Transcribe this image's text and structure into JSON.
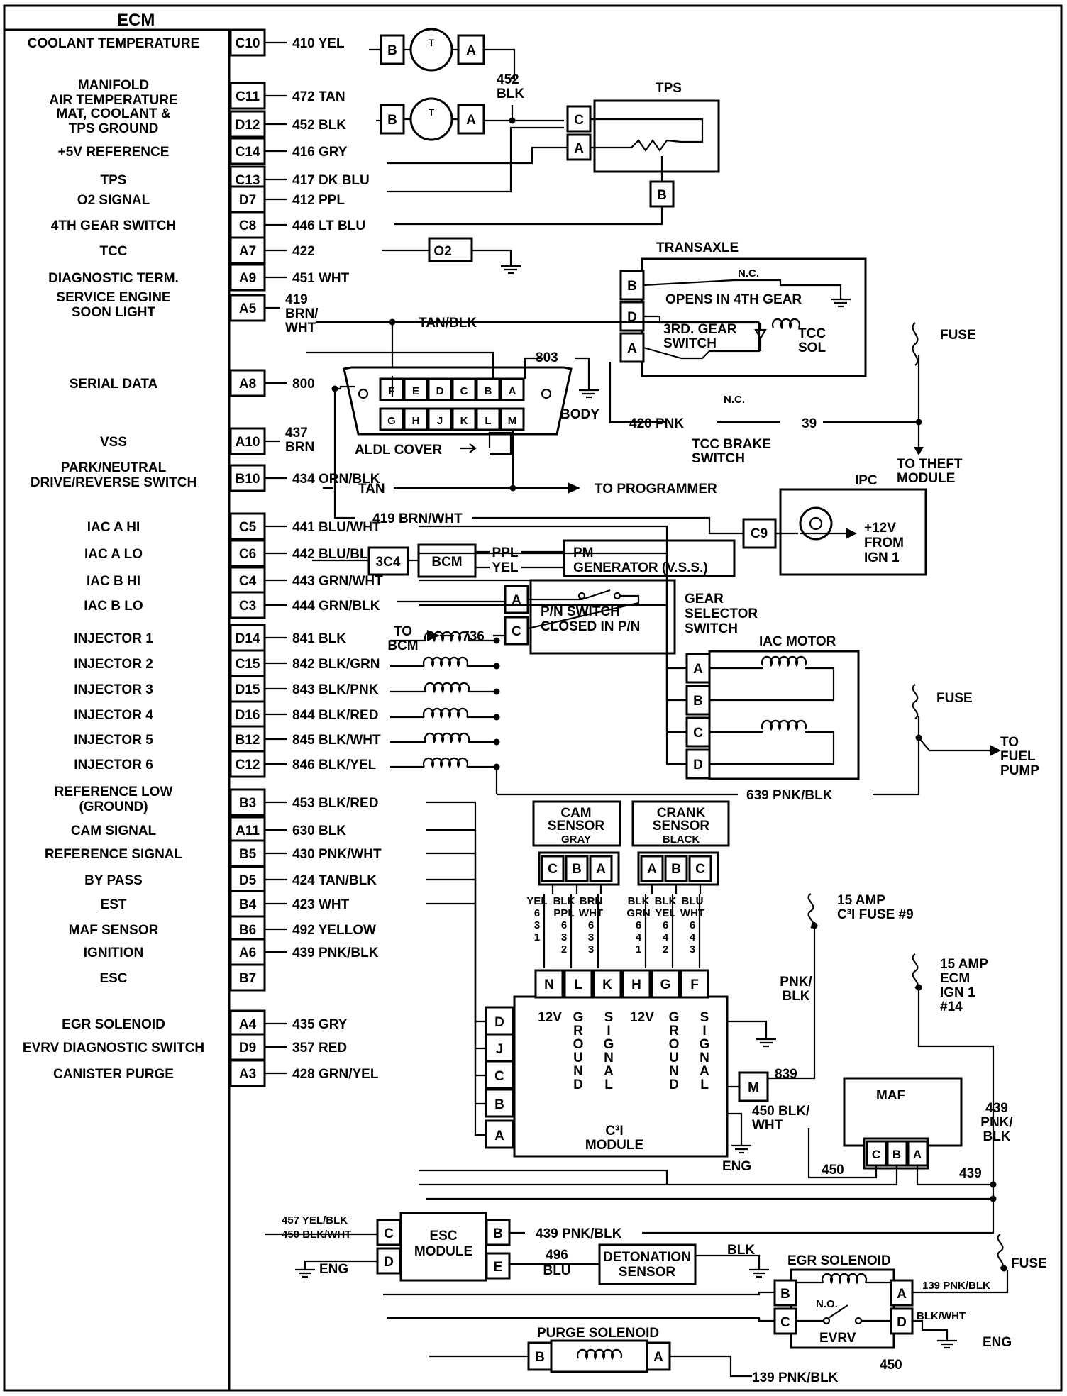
{
  "ecm": {
    "title": "ECM",
    "rows": [
      {
        "label": "COOLANT TEMPERATURE",
        "pin": "C10",
        "wire": "410 YEL"
      },
      {
        "label": "MANIFOLD\nAIR TEMPERATURE",
        "pin": "C11",
        "wire": "472 TAN"
      },
      {
        "label": "MAT, COOLANT &\nTPS GROUND",
        "pin": "D12",
        "wire": "452 BLK"
      },
      {
        "label": "+5V REFERENCE",
        "pin": "C14",
        "wire": "416 GRY"
      },
      {
        "label": "TPS",
        "pin": "C13",
        "wire": "417 DK BLU"
      },
      {
        "label": "O2 SIGNAL",
        "pin": "D7",
        "wire": "412 PPL"
      },
      {
        "label": "4TH GEAR SWITCH",
        "pin": "C8",
        "wire": "446 LT BLU"
      },
      {
        "label": "TCC",
        "pin": "A7",
        "wire": "422"
      },
      {
        "label": "DIAGNOSTIC TERM.",
        "pin": "A9",
        "wire": "451 WHT"
      },
      {
        "label": "SERVICE ENGINE\nSOON LIGHT",
        "pin": "A5",
        "wire": "419\nBRN/\nWHT"
      },
      {
        "label": "SERIAL DATA",
        "pin": "A8",
        "wire": "800"
      },
      {
        "label": "VSS",
        "pin": "A10",
        "wire": "437\nBRN"
      },
      {
        "label": "PARK/NEUTRAL\nDRIVE/REVERSE SWITCH",
        "pin": "B10",
        "wire": "434 ORN/BLK"
      },
      {
        "label": "IAC A HI",
        "pin": "C5",
        "wire": "441 BLU/WHT"
      },
      {
        "label": "IAC A LO",
        "pin": "C6",
        "wire": "442 BLU/BLK"
      },
      {
        "label": "IAC B HI",
        "pin": "C4",
        "wire": "443 GRN/WHT"
      },
      {
        "label": "IAC B LO",
        "pin": "C3",
        "wire": "444 GRN/BLK"
      },
      {
        "label": "INJECTOR 1",
        "pin": "D14",
        "wire": "841 BLK"
      },
      {
        "label": "INJECTOR 2",
        "pin": "C15",
        "wire": "842 BLK/GRN"
      },
      {
        "label": "INJECTOR 3",
        "pin": "D15",
        "wire": "843 BLK/PNK"
      },
      {
        "label": "INJECTOR 4",
        "pin": "D16",
        "wire": "844 BLK/RED"
      },
      {
        "label": "INJECTOR 5",
        "pin": "B12",
        "wire": "845 BLK/WHT"
      },
      {
        "label": "INJECTOR 6",
        "pin": "C12",
        "wire": "846 BLK/YEL"
      },
      {
        "label": "REFERENCE LOW\n(GROUND)",
        "pin": "B3",
        "wire": "453 BLK/RED"
      },
      {
        "label": "CAM SIGNAL",
        "pin": "A11",
        "wire": "630 BLK"
      },
      {
        "label": "REFERENCE SIGNAL",
        "pin": "B5",
        "wire": "430 PNK/WHT"
      },
      {
        "label": "BY PASS",
        "pin": "D5",
        "wire": "424 TAN/BLK"
      },
      {
        "label": "EST",
        "pin": "B4",
        "wire": "423 WHT"
      },
      {
        "label": "MAF SENSOR",
        "pin": "B6",
        "wire": "492 YELLOW"
      },
      {
        "label": "IGNITION",
        "pin": "A6",
        "wire": "439 PNK/BLK"
      },
      {
        "label": "ESC",
        "pin": "B7",
        "wire": ""
      },
      {
        "label": "EGR SOLENOID",
        "pin": "A4",
        "wire": "435 GRY"
      },
      {
        "label": "EVRV DIAGNOSTIC SWITCH",
        "pin": "D9",
        "wire": "357 RED"
      },
      {
        "label": "CANISTER PURGE",
        "pin": "A3",
        "wire": "428 GRN/YEL"
      }
    ]
  },
  "components": {
    "tps": "TPS",
    "transaxle": "TRANSAXLE",
    "nc": "N.C.",
    "opens_4th": "OPENS IN 4TH GEAR",
    "gear3_switch": "3RD. GEAR\nSWITCH",
    "tcc_sol": "TCC\nSOL",
    "fuse": "FUSE",
    "tan_blk": "TAN/BLK",
    "w803": "803",
    "body": "BODY",
    "aldl_cover": "ALDL COVER",
    "w420": "420 PNK",
    "w39": "39",
    "tcc_brake": "TCC BRAKE\nSWITCH",
    "to_theft": "TO THEFT\nMODULE",
    "tan": "TAN",
    "to_programmer": "TO PROGRAMMER",
    "ipc": "IPC",
    "w419bw": "419 BRN/WHT",
    "ipc_power": "+12V\nFROM\nIGN 1",
    "c9": "C9",
    "bcm": "BCM",
    "c3c4": "3C4",
    "ppl": "PPL",
    "yel": "YEL",
    "pm_gen": "PM\nGENERATOR (V.S.S.)",
    "pn_switch": "P/N SWITCH\nCLOSED IN P/N",
    "gear_selector": "GEAR\nSELECTOR\nSWITCH",
    "to_bcm": "TO\nBCM",
    "w736": "736",
    "iac_motor": "IAC MOTOR",
    "to_fuel_pump": "TO\nFUEL\nPUMP",
    "w639": "639 PNK/BLK",
    "cam_sensor": "CAM\nSENSOR",
    "cam_gray": "GRAY",
    "crank_sensor": "CRANK\nSENSOR",
    "crank_black": "BLACK",
    "fuse15_c3i": "15 AMP\nC³I FUSE #9",
    "pnk_blk": "PNK/\nBLK",
    "fuse15_ecm": "15 AMP\nECM\nIGN 1\n#14",
    "c3i_module": "C³I\nMODULE",
    "w839": "839",
    "maf": "MAF",
    "w450bw": "450 BLK/\nWHT",
    "eng": "ENG",
    "w450": "450",
    "w439": "439",
    "w439pb": "439\nPNK/\nBLK",
    "esc_module": "ESC\nMODULE",
    "w457": "457 YEL/BLK",
    "w450bwh": "450 BLK/WHT",
    "w439pnk": "439 PNK/BLK",
    "w496": "496\nBLU",
    "det_sensor": "DETONATION\nSENSOR",
    "blk": "BLK",
    "egr_sol": "EGR SOLENOID",
    "no": "N.O.",
    "evrv": "EVRV",
    "w139pb": "139 PNK/BLK",
    "blk_wht": "BLK/WHT",
    "purge_sol": "PURGE SOLENOID",
    "w139": "139 PNK/BLK",
    "w450b": "450",
    "w452": "452\nBLK",
    "o2": "O2",
    "cam_wires": [
      "YEL\n\n6\n3\n1",
      "BLK\nPPL\n6\n3\n2",
      "BRN\nWHT\n6\n3\n3"
    ],
    "crank_wires": [
      "BLK\nGRN\n6\n4\n1",
      "BLK\nYEL\n6\n4\n2",
      "BLU\nWHT\n6\n4\n3"
    ]
  }
}
